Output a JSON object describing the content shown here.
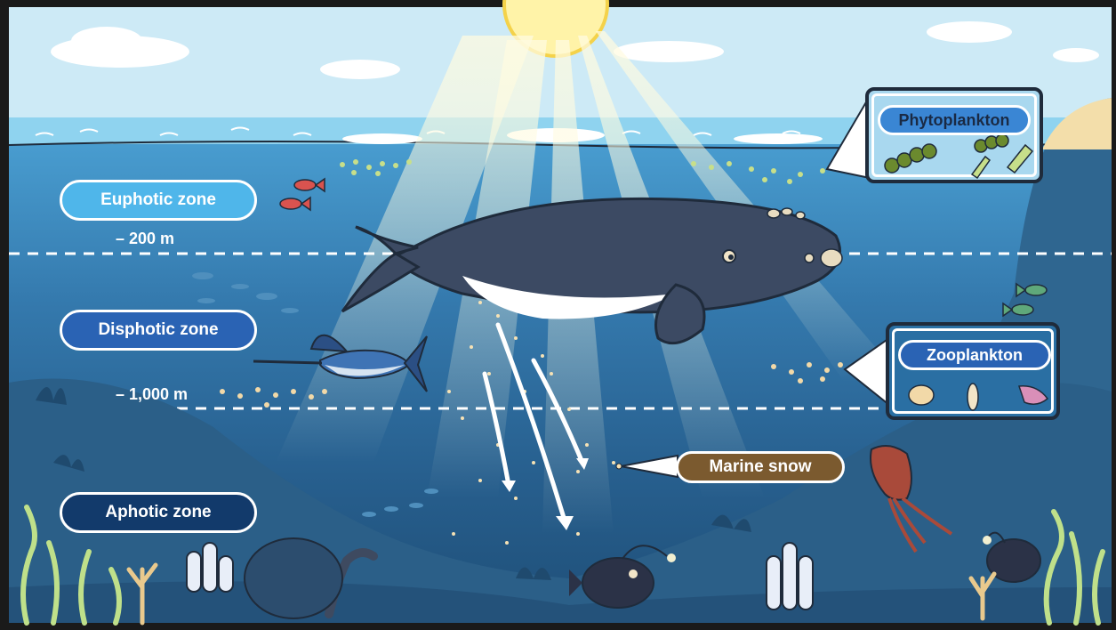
{
  "zones": {
    "euphotic": {
      "label": "Euphotic zone",
      "color": "#4fb6ea"
    },
    "disphotic": {
      "label": "Disphotic zone",
      "color": "#2a63b4"
    },
    "aphotic": {
      "label": "Aphotic zone",
      "color": "#123a6b"
    }
  },
  "depths": {
    "euphotic_limit": "– 200 m",
    "disphotic_limit": "– 1,000 m"
  },
  "callouts": {
    "phytoplankton": {
      "label": "Phytoplankton",
      "color": "#3a86d4"
    },
    "zooplankton": {
      "label": "Zooplankton",
      "color": "#2a63b4"
    },
    "marine_snow": {
      "label": "Marine snow",
      "color": "#7b5a2f"
    }
  },
  "colors": {
    "sky": "#cfeaf6",
    "surface_water": "#8fd0ee",
    "euphotic_water": "#3f8fc4",
    "disphotic_water": "#2a6fa3",
    "aphotic_water": "#1e5b86",
    "seafloor": "#2d5f84",
    "sun": "#fff3a8"
  }
}
